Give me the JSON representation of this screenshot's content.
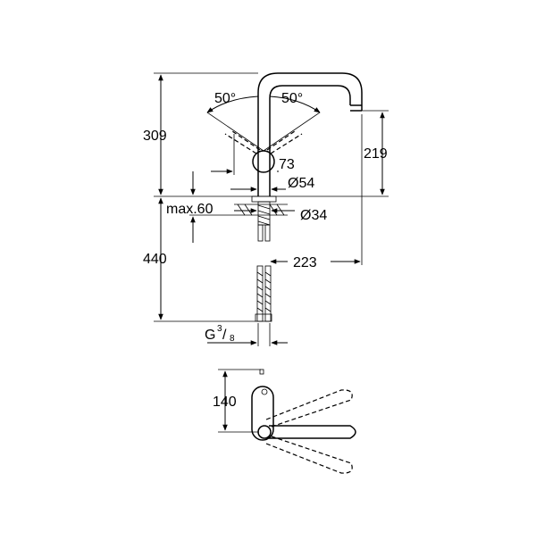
{
  "dimensions": {
    "total_height": "309",
    "angle_left": "50°",
    "angle_right": "50°",
    "spout_height": "219",
    "handle": "73",
    "diameter_body": "Ø54",
    "max_thickness": "max.60",
    "diameter_hole": "Ø34",
    "hose_length": "440",
    "spout_reach": "223",
    "thread": "G",
    "thread_num": "3",
    "thread_den": "8",
    "top_view_depth": "140"
  }
}
